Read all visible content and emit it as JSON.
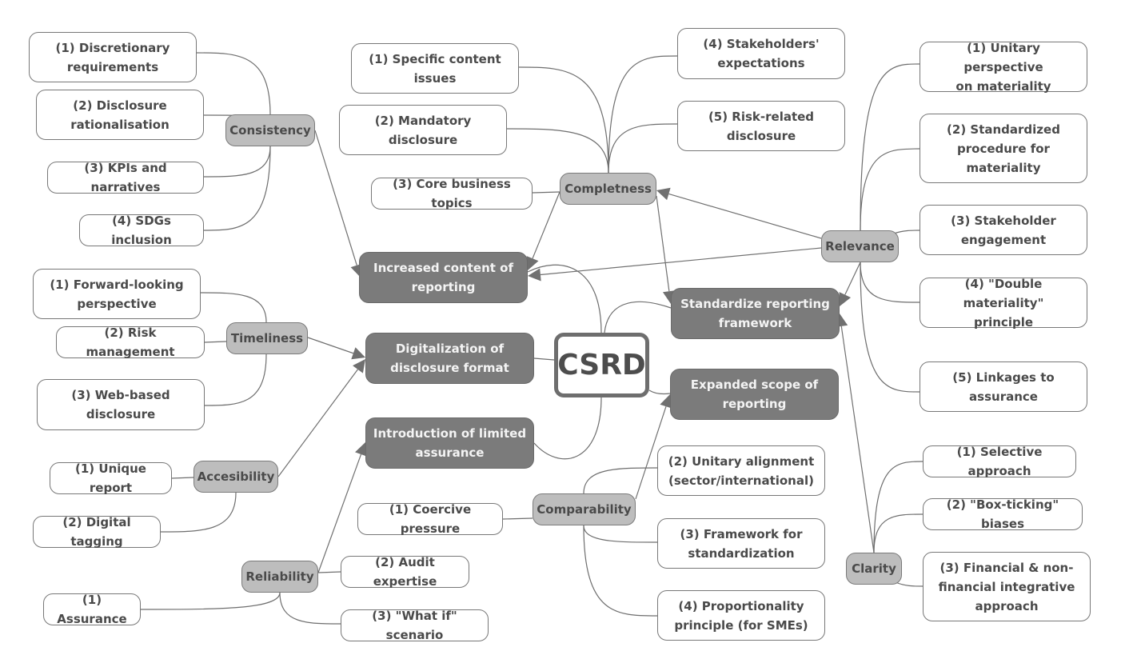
{
  "root": {
    "label": "CSRD"
  },
  "themes": {
    "increased_content": "Increased content of\nreporting",
    "digitalization": "Digitalization of\ndisclosure format",
    "limited_assurance": "Introduction of limited\nassurance",
    "standardize": "Standardize reporting\nframework",
    "expanded_scope": "Expanded scope of\nreporting"
  },
  "categories": {
    "consistency": {
      "label": "Consistency",
      "items": [
        "(1) Discretionary\nrequirements",
        "(2) Disclosure\nrationalisation",
        "(3) KPIs and narratives",
        "(4) SDGs inclusion"
      ]
    },
    "completness": {
      "label": "Completness",
      "items": [
        "(1) Specific content\nissues",
        "(2) Mandatory\ndisclosure",
        "(3) Core business topics",
        "(4) Stakeholders'\nexpectations",
        "(5) Risk-related\ndisclosure"
      ]
    },
    "relevance": {
      "label": "Relevance",
      "items": [
        "(1) Unitary perspective\non materiality",
        "(2) Standardized\nprocedure for\nmateriality",
        "(3) Stakeholder\nengagement",
        "(4) \"Double materiality\"\nprinciple",
        "(5) Linkages to\nassurance"
      ]
    },
    "timeliness": {
      "label": "Timeliness",
      "items": [
        "(1) Forward-looking\nperspective",
        "(2) Risk management",
        "(3) Web-based\ndisclosure"
      ]
    },
    "accesibility": {
      "label": "Accesibility",
      "items": [
        "(1) Unique report",
        "(2) Digital tagging"
      ]
    },
    "reliability": {
      "label": "Reliability",
      "items": [
        "(1) Assurance",
        "(2) Audit expertise",
        "(3) \"What if\" scenario"
      ]
    },
    "comparability": {
      "label": "Comparability",
      "items": [
        "(1) Coercive pressure",
        "(2) Unitary alignment\n(sector/international)",
        "(3) Framework for\nstandardization",
        "(4) Proportionality\nprinciple (for SMEs)"
      ]
    },
    "clarity": {
      "label": "Clarity",
      "items": [
        "(1) Selective approach",
        "(2) \"Box-ticking\" biases",
        "(3) Financial & non-\nfinancial integrative\napproach"
      ]
    }
  },
  "relations": [
    {
      "from": "Consistency",
      "to": "Increased content of reporting"
    },
    {
      "from": "Completness",
      "to": "Increased content of reporting"
    },
    {
      "from": "Relevance",
      "to": "Increased content of reporting"
    },
    {
      "from": "Relevance",
      "to": "Completness"
    },
    {
      "from": "Completness",
      "to": "Standardize reporting framework"
    },
    {
      "from": "Relevance",
      "to": "Standardize reporting framework"
    },
    {
      "from": "Clarity",
      "to": "Standardize reporting framework"
    },
    {
      "from": "Timeliness",
      "to": "Digitalization of disclosure format"
    },
    {
      "from": "Accesibility",
      "to": "Digitalization of disclosure format"
    },
    {
      "from": "Reliability",
      "to": "Introduction of limited assurance"
    },
    {
      "from": "Comparability",
      "to": "Expanded scope of reporting"
    }
  ],
  "colors": {
    "line": "#6e6e6e",
    "category_fill": "#bdbdbd",
    "theme_fill": "#7b7b7b",
    "text": "#4a4a4a"
  }
}
